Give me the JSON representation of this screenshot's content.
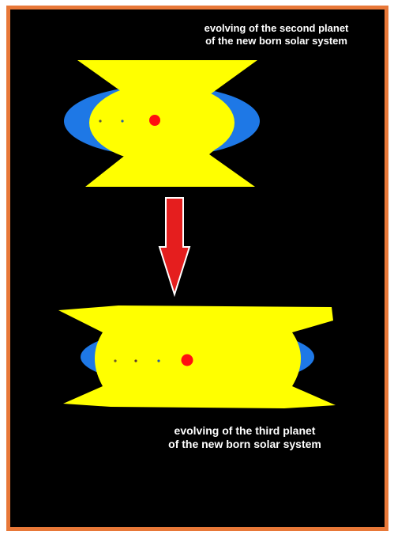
{
  "captions": {
    "top": {
      "line1": "evolving of the second planet",
      "line2": "of the new born solar system"
    },
    "bottom": {
      "line1": "evolving of the third planet",
      "line2": "of the new born solar system"
    }
  },
  "colors": {
    "border": "#e87838",
    "background": "#000000",
    "disk": "#ffff00",
    "halo": "#1e78e6",
    "star": "#ff1010",
    "arrow": "#e51e1e",
    "text": "#ffffff"
  },
  "stages": {
    "second_planet": {
      "planets": 2
    },
    "third_planet": {
      "planets": 3
    }
  }
}
